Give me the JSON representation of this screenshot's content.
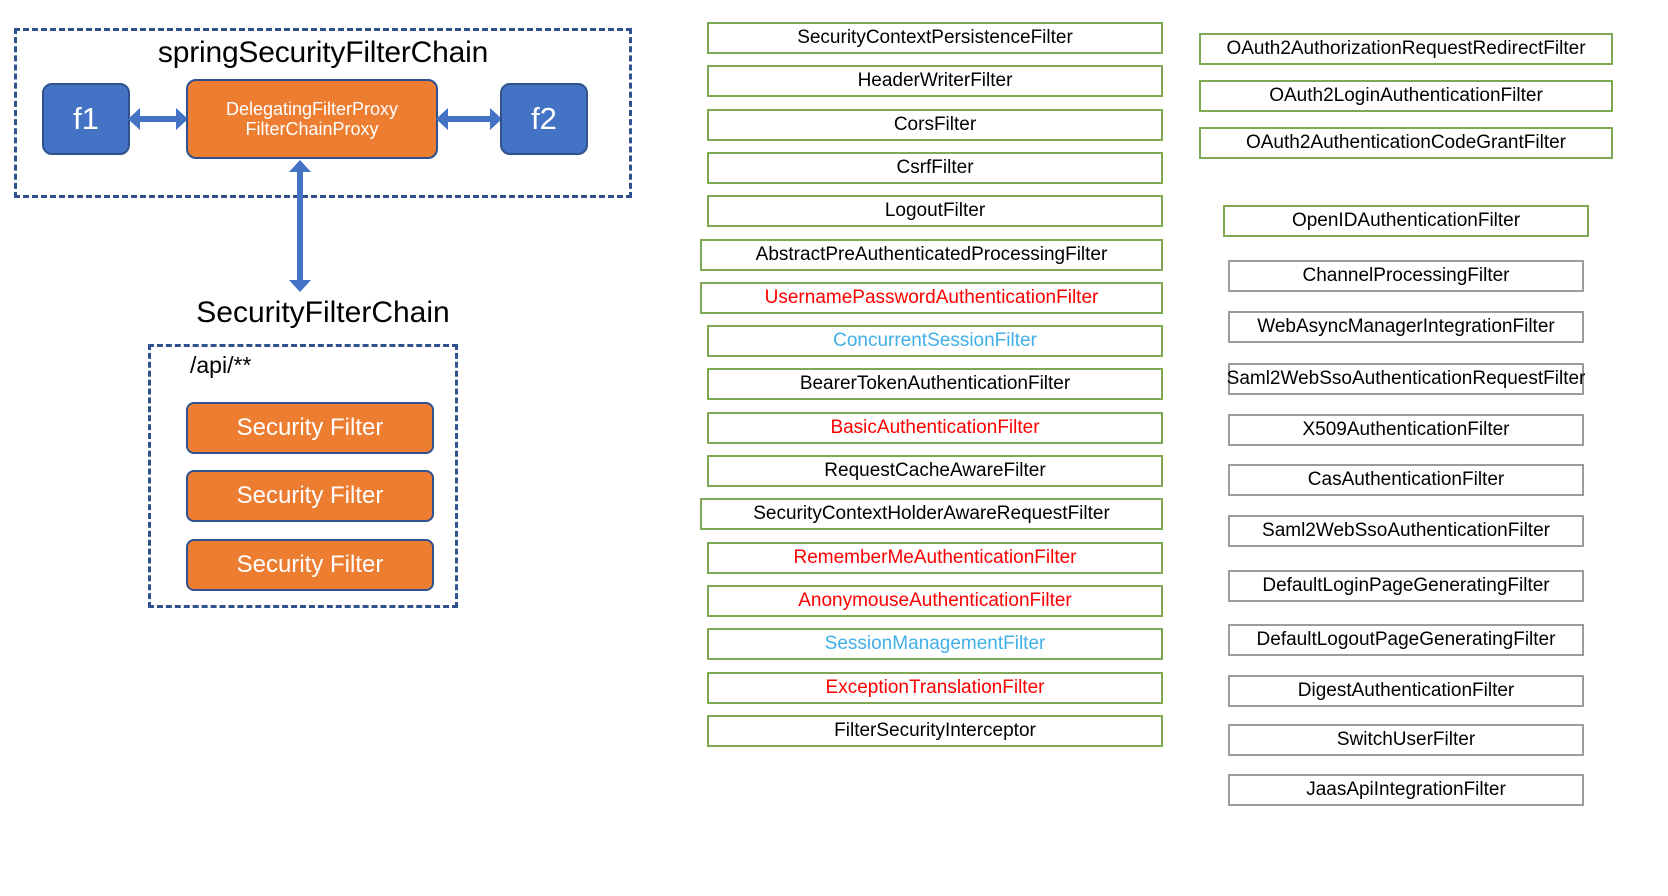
{
  "left": {
    "spring_chain_title": "springSecurityFilterChain",
    "node_f1": "f1",
    "node_f2": "f2",
    "proxy_line1": "DelegatingFilterProxy",
    "proxy_line2": "FilterChainProxy",
    "security_chain_title": "SecurityFilterChain",
    "api_pattern": "/api/**",
    "security_filters": [
      "Security Filter",
      "Security Filter",
      "Security Filter"
    ]
  },
  "middle_column": {
    "filters": [
      {
        "label": "SecurityContextPersistenceFilter",
        "color": "black",
        "border": "green",
        "wide": false
      },
      {
        "label": "HeaderWriterFilter",
        "color": "black",
        "border": "green",
        "wide": false
      },
      {
        "label": "CorsFilter",
        "color": "black",
        "border": "green",
        "wide": false
      },
      {
        "label": "CsrfFilter",
        "color": "black",
        "border": "green",
        "wide": false
      },
      {
        "label": "LogoutFilter",
        "color": "black",
        "border": "green",
        "wide": false
      },
      {
        "label": "AbstractPreAuthenticatedProcessingFilter",
        "color": "black",
        "border": "green",
        "wide": true
      },
      {
        "label": "UsernamePasswordAuthenticationFilter",
        "color": "red",
        "border": "green",
        "wide": true
      },
      {
        "label": "ConcurrentSessionFilter",
        "color": "blue",
        "border": "green",
        "wide": false
      },
      {
        "label": "BearerTokenAuthenticationFilter",
        "color": "black",
        "border": "green",
        "wide": false
      },
      {
        "label": "BasicAuthenticationFilter",
        "color": "red",
        "border": "green",
        "wide": false
      },
      {
        "label": "RequestCacheAwareFilter",
        "color": "black",
        "border": "green",
        "wide": false
      },
      {
        "label": "SecurityContextHolderAwareRequestFilter",
        "color": "black",
        "border": "green",
        "wide": true
      },
      {
        "label": "RememberMeAuthenticationFilter",
        "color": "red",
        "border": "green",
        "wide": false
      },
      {
        "label": "AnonymouseAuthenticationFilter",
        "color": "red",
        "border": "green",
        "wide": false
      },
      {
        "label": "SessionManagementFilter",
        "color": "blue",
        "border": "green",
        "wide": false
      },
      {
        "label": "ExceptionTranslationFilter",
        "color": "red",
        "border": "green",
        "wide": false
      },
      {
        "label": "FilterSecurityInterceptor",
        "color": "black",
        "border": "green",
        "wide": false
      }
    ]
  },
  "right_column": {
    "filters": [
      {
        "label": "OAuth2AuthorizationRequestRedirectFilter",
        "color": "black",
        "border": "green",
        "size": "wide"
      },
      {
        "label": "OAuth2LoginAuthenticationFilter",
        "color": "black",
        "border": "green",
        "size": "wide"
      },
      {
        "label": "OAuth2AuthenticationCodeGrantFilter",
        "color": "black",
        "border": "green",
        "size": "wide"
      },
      {
        "label": "OpenIDAuthenticationFilter",
        "color": "black",
        "border": "green",
        "size": "mid"
      },
      {
        "label": "ChannelProcessingFilter",
        "color": "black",
        "border": "gray",
        "size": "normal"
      },
      {
        "label": "WebAsyncManagerIntegrationFilter",
        "color": "black",
        "border": "gray",
        "size": "normal"
      },
      {
        "label": "Saml2WebSsoAuthenticationRequestFilter",
        "color": "black",
        "border": "gray",
        "size": "normal"
      },
      {
        "label": "X509AuthenticationFilter",
        "color": "black",
        "border": "gray",
        "size": "normal"
      },
      {
        "label": "CasAuthenticationFilter",
        "color": "black",
        "border": "gray",
        "size": "normal"
      },
      {
        "label": "Saml2WebSsoAuthenticationFilter",
        "color": "black",
        "border": "gray",
        "size": "normal"
      },
      {
        "label": "DefaultLoginPageGeneratingFilter",
        "color": "black",
        "border": "gray",
        "size": "normal"
      },
      {
        "label": "DefaultLogoutPageGeneratingFilter",
        "color": "black",
        "border": "gray",
        "size": "normal"
      },
      {
        "label": "DigestAuthenticationFilter",
        "color": "black",
        "border": "gray",
        "size": "normal"
      },
      {
        "label": "SwitchUserFilter",
        "color": "black",
        "border": "gray",
        "size": "normal"
      },
      {
        "label": "JaasApiIntegrationFilter",
        "color": "black",
        "border": "gray",
        "size": "normal"
      }
    ]
  },
  "colors": {
    "blue_node": "#4472C4",
    "orange_node": "#ED7D31",
    "node_border": "#2F528F",
    "green_border": "#7FA854",
    "gray_border": "#9C9C9C",
    "text_red": "#FF0000",
    "text_blue": "#41AFE8",
    "arrow": "#4472C4"
  }
}
